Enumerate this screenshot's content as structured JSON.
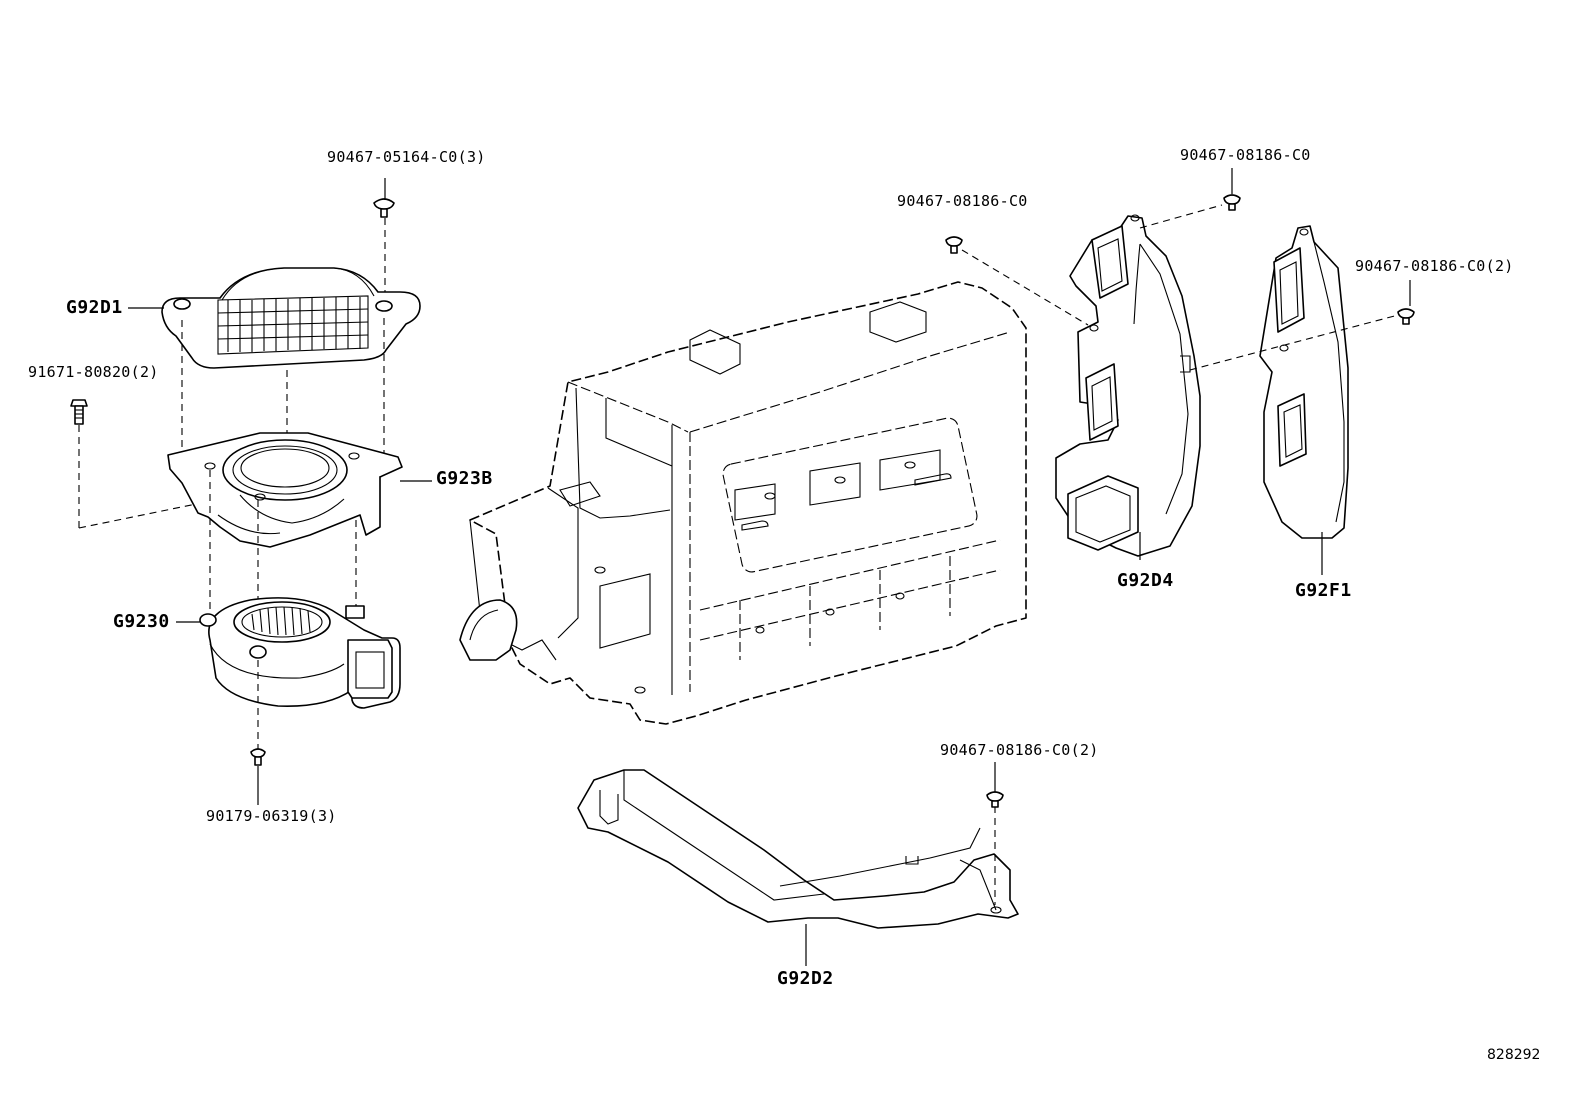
{
  "parts": {
    "g92d1": "G92D1",
    "g923b": "G923B",
    "g9230": "G9230",
    "g92d4": "G92D4",
    "g92f1": "G92F1",
    "g92d2": "G92D2"
  },
  "fasteners": {
    "screw_top_left": "90467-05164-C0(3)",
    "bolt_left": "91671-80820(2)",
    "screw_bottom_left": "90179-06319(3)",
    "clip_center_top": "90467-08186-C0",
    "clip_right_top": "90467-08186-C0",
    "clip_far_right": "90467-08186-C0(2)",
    "clip_bottom_duct": "90467-08186-C0(2)"
  },
  "diagram_id": "828292",
  "icons": {
    "duct_cover": "intake-duct-cover-drawing",
    "blower_bracket": "blower-bracket-drawing",
    "blower_fan": "blower-fan-drawing",
    "battery_pack": "hv-battery-pack-drawing",
    "exhaust_duct_d4": "exhaust-duct-d4-drawing",
    "exhaust_duct_f1": "exhaust-duct-f1-drawing",
    "lower_duct_d2": "lower-duct-d2-drawing"
  }
}
